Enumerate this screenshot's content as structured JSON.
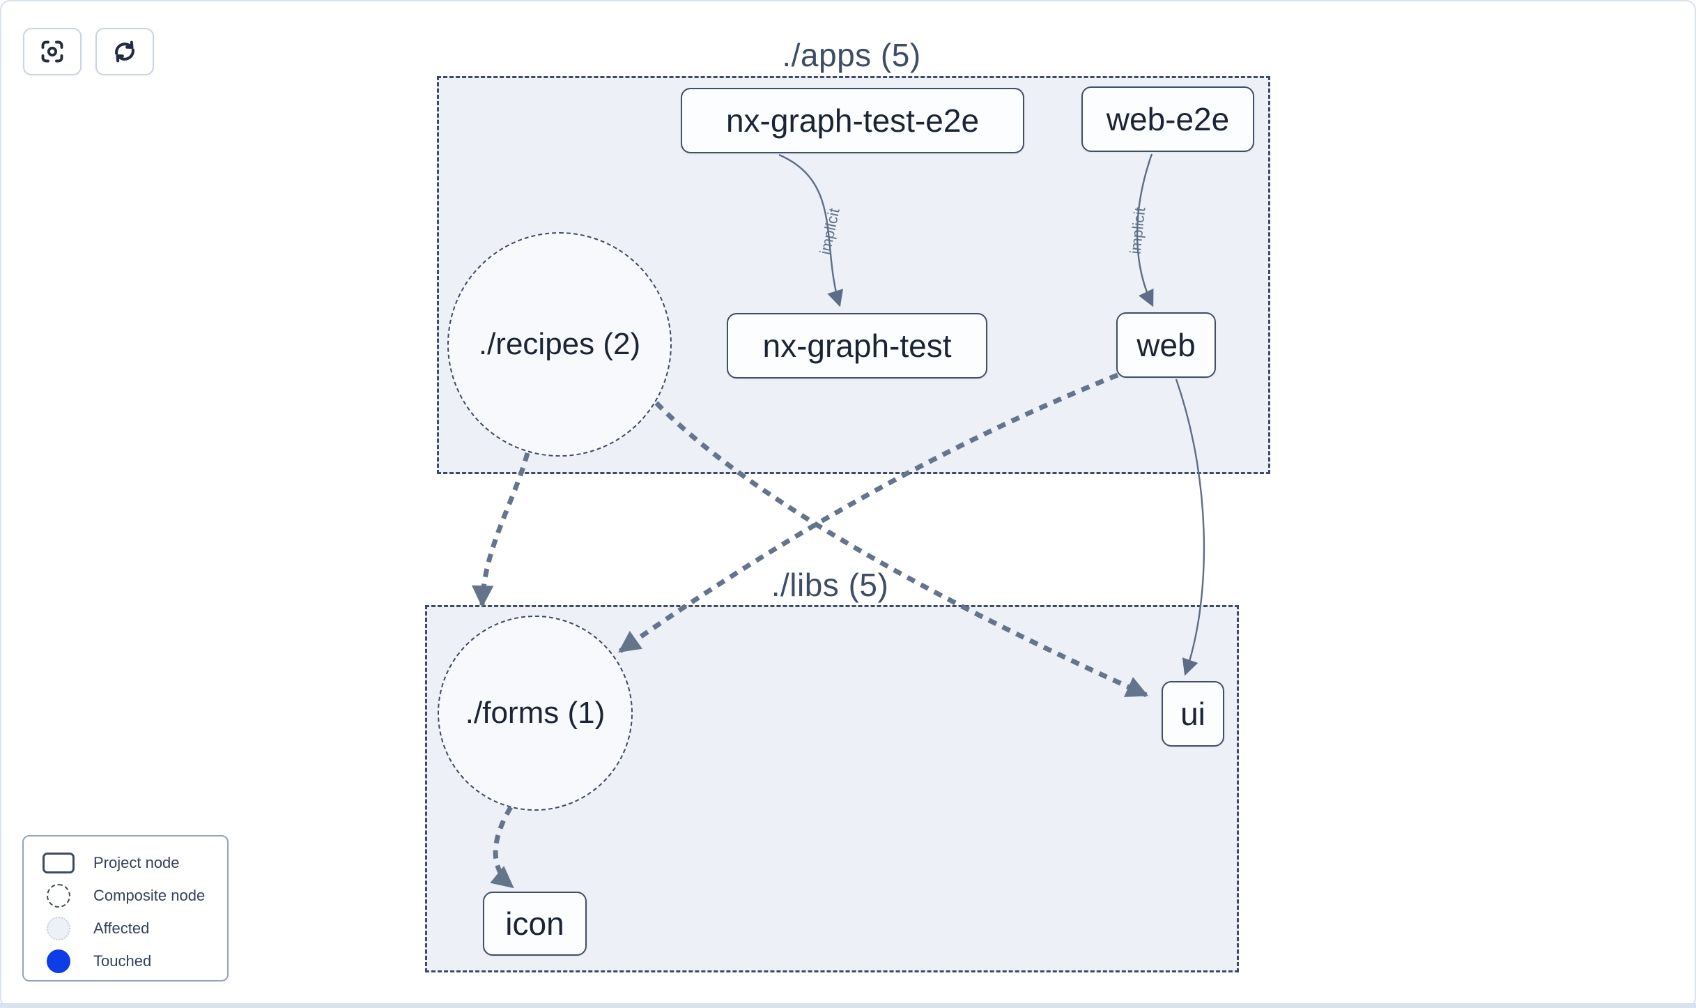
{
  "toolbar": {
    "focus_button": "focus-graph",
    "refresh_button": "refresh-graph"
  },
  "graph": {
    "groups": [
      {
        "id": "apps",
        "label": "./apps (5)"
      },
      {
        "id": "libs",
        "label": "./libs (5)"
      }
    ],
    "nodes": [
      {
        "id": "nx-graph-test-e2e",
        "label": "nx-graph-test-e2e",
        "type": "project",
        "group": "apps"
      },
      {
        "id": "web-e2e",
        "label": "web-e2e",
        "type": "project",
        "group": "apps"
      },
      {
        "id": "nx-graph-test",
        "label": "nx-graph-test",
        "type": "project",
        "group": "apps"
      },
      {
        "id": "web",
        "label": "web",
        "type": "project",
        "group": "apps"
      },
      {
        "id": "recipes",
        "label": "./recipes (2)",
        "type": "composite",
        "group": "apps"
      },
      {
        "id": "forms",
        "label": "./forms (1)",
        "type": "composite",
        "group": "libs"
      },
      {
        "id": "ui",
        "label": "ui",
        "type": "project",
        "group": "libs"
      },
      {
        "id": "icon",
        "label": "icon",
        "type": "project",
        "group": "libs"
      }
    ],
    "edges": [
      {
        "from": "nx-graph-test-e2e",
        "to": "nx-graph-test",
        "label": "implicit",
        "style": "solid"
      },
      {
        "from": "web-e2e",
        "to": "web",
        "label": "implicit",
        "style": "solid"
      },
      {
        "from": "web",
        "to": "ui",
        "label": "",
        "style": "solid"
      },
      {
        "from": "recipes",
        "to": "forms",
        "label": "",
        "style": "dashed"
      },
      {
        "from": "recipes",
        "to": "ui",
        "label": "",
        "style": "dashed"
      },
      {
        "from": "web",
        "to": "forms",
        "label": "",
        "style": "dashed"
      },
      {
        "from": "forms",
        "to": "icon",
        "label": "",
        "style": "dashed"
      }
    ]
  },
  "legend": {
    "items": [
      {
        "label": "Project node",
        "swatch": "project"
      },
      {
        "label": "Composite node",
        "swatch": "composite"
      },
      {
        "label": "Affected",
        "swatch": "affected"
      },
      {
        "label": "Touched",
        "swatch": "touched"
      }
    ]
  },
  "colors": {
    "touched": "#0d3de6",
    "groupFill": "#edf1f7",
    "groupBorder": "#3e4a63",
    "edge": "#64748b",
    "pageBorder": "#d9e2ef"
  }
}
